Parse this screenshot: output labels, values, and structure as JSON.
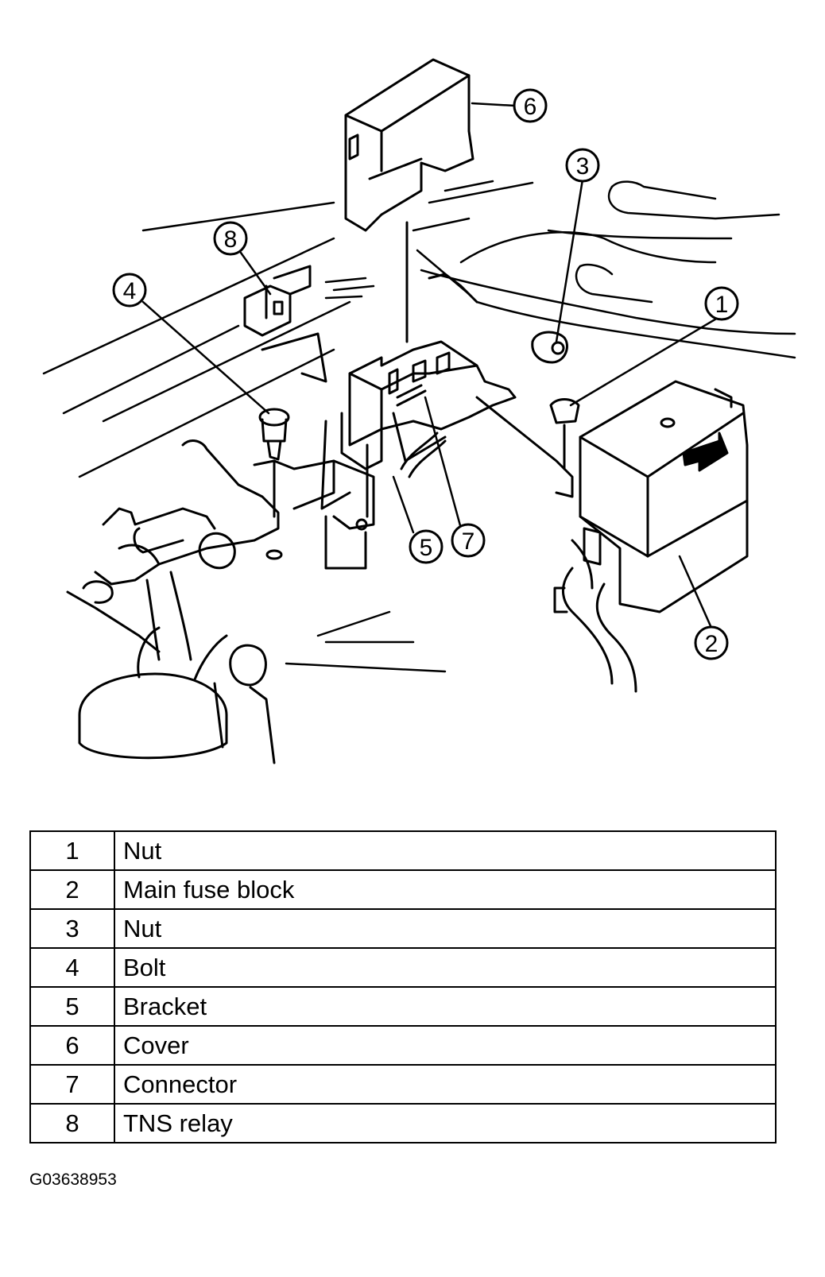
{
  "callouts": [
    "1",
    "2",
    "3",
    "4",
    "5",
    "6",
    "7",
    "8"
  ],
  "legend": [
    {
      "num": "1",
      "desc": "Nut"
    },
    {
      "num": "2",
      "desc": "Main fuse block"
    },
    {
      "num": "3",
      "desc": "Nut"
    },
    {
      "num": "4",
      "desc": "Bolt"
    },
    {
      "num": "5",
      "desc": "Bracket"
    },
    {
      "num": "6",
      "desc": "Cover"
    },
    {
      "num": "7",
      "desc": "Connector"
    },
    {
      "num": "8",
      "desc": "TNS relay"
    }
  ],
  "figure_id": "G03638953"
}
